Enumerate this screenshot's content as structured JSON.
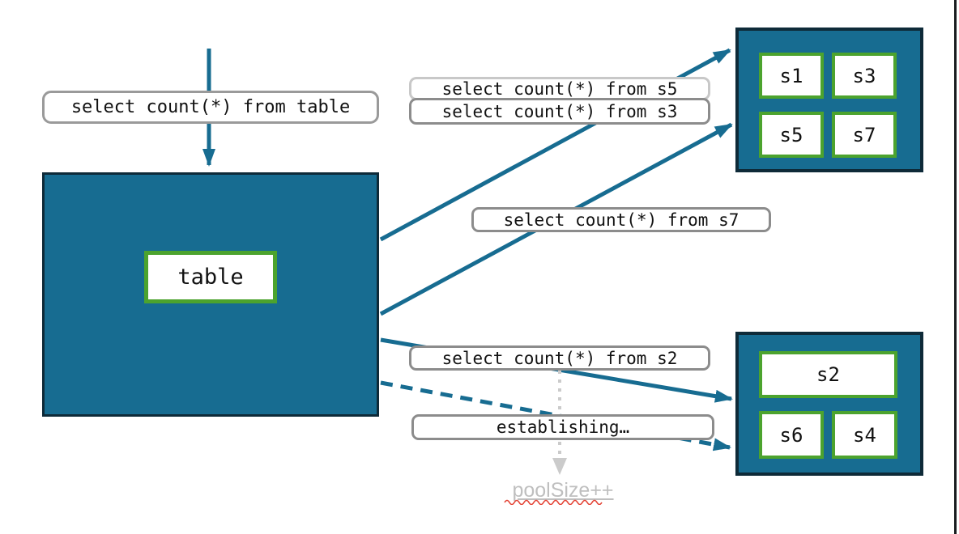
{
  "diagram": {
    "queries": {
      "table": "select count(*) from table",
      "s5": "select count(*) from s5",
      "s3": "select count(*) from s3",
      "s7": "select count(*) from s7",
      "s2": "select count(*) from s2"
    },
    "status_label": "establishing…",
    "annotation": "poolSize++",
    "table_node": {
      "label": "table"
    },
    "top_shard_group": [
      "s1",
      "s3",
      "s5",
      "s7"
    ],
    "bottom_shard_group": [
      "s2",
      "s6",
      "s4"
    ],
    "colors": {
      "node_fill": "#176C91",
      "node_border": "#0E2A38",
      "shard_border": "#4CA32E",
      "arrow": "#176C91",
      "label_border": "#8C8C8C",
      "label_border_light": "#C8C8C8",
      "muted_gray": "#C4C4C4",
      "spellcheck_red": "#E34234"
    }
  }
}
